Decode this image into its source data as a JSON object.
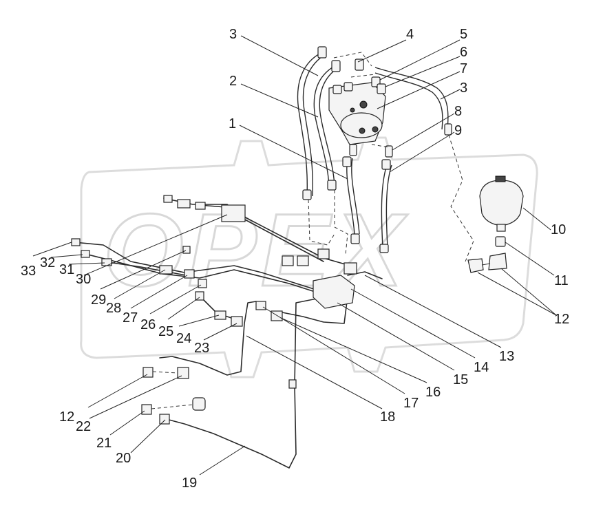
{
  "watermark": {
    "text": "OPEX"
  },
  "header_mark": "",
  "callouts": [
    {
      "id": "c1",
      "label": "1"
    },
    {
      "id": "c2",
      "label": "2"
    },
    {
      "id": "c3a",
      "label": "3"
    },
    {
      "id": "c3b",
      "label": "3"
    },
    {
      "id": "c4",
      "label": "4"
    },
    {
      "id": "c5",
      "label": "5"
    },
    {
      "id": "c6",
      "label": "6"
    },
    {
      "id": "c7",
      "label": "7"
    },
    {
      "id": "c8",
      "label": "8"
    },
    {
      "id": "c9",
      "label": "9"
    },
    {
      "id": "c10",
      "label": "10"
    },
    {
      "id": "c11",
      "label": "11"
    },
    {
      "id": "c12a",
      "label": "12"
    },
    {
      "id": "c12b",
      "label": "12"
    },
    {
      "id": "c13",
      "label": "13"
    },
    {
      "id": "c14",
      "label": "14"
    },
    {
      "id": "c15",
      "label": "15"
    },
    {
      "id": "c16",
      "label": "16"
    },
    {
      "id": "c17",
      "label": "17"
    },
    {
      "id": "c18",
      "label": "18"
    },
    {
      "id": "c19",
      "label": "19"
    },
    {
      "id": "c20",
      "label": "20"
    },
    {
      "id": "c21",
      "label": "21"
    },
    {
      "id": "c22",
      "label": "22"
    },
    {
      "id": "c23",
      "label": "23"
    },
    {
      "id": "c24",
      "label": "24"
    },
    {
      "id": "c25",
      "label": "25"
    },
    {
      "id": "c26",
      "label": "26"
    },
    {
      "id": "c27",
      "label": "27"
    },
    {
      "id": "c28",
      "label": "28"
    },
    {
      "id": "c29",
      "label": "29"
    },
    {
      "id": "c30",
      "label": "30"
    },
    {
      "id": "c31",
      "label": "31"
    },
    {
      "id": "c32",
      "label": "32"
    },
    {
      "id": "c33",
      "label": "33"
    }
  ]
}
